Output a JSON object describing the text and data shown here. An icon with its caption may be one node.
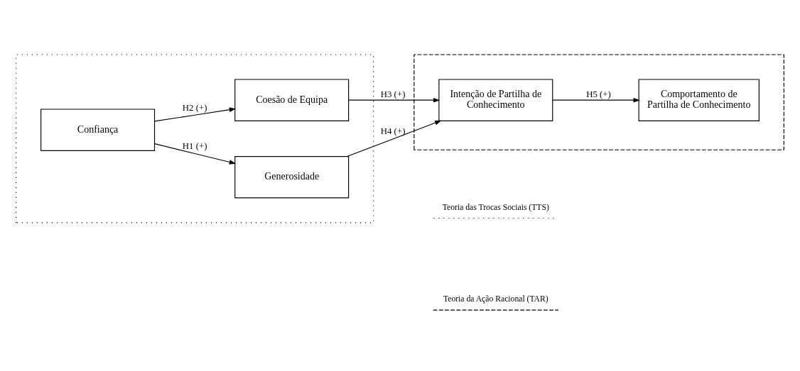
{
  "diagram": {
    "nodes": [
      {
        "text": [],
        "shape": "box"
      },
      {
        "text": [
          "Coesão de Equipa"
        ],
        "in": 0
      },
      {
        "text": [
          "Confiança"
        ],
        "in": 0
      },
      {
        "text": [
          "Generosidade"
        ],
        "in": 0
      },
      {
        "text": [],
        "shape": "box"
      },
      {
        "text": [
          "Intenção de Partilha de Conhecimento"
        ],
        "in": 4
      },
      {
        "text": [
          "Comportamento de Partilha de Conhecimento"
        ],
        "in": 4
      }
    ],
    "edges": [
      {
        "from": 2,
        "to": 1,
        "arrow": "to",
        "label": "H2 (+)"
      },
      {
        "from": 2,
        "to": 3,
        "arrow": "to",
        "label": "H1 (+)"
      },
      {
        "from": 1,
        "to": 5,
        "arrow": "to",
        "label": "H3 (+)"
      },
      {
        "from": 3,
        "to": 5,
        "arrow": "to",
        "label": "H4 (+)"
      },
      {
        "from": 5,
        "to": 6,
        "arrow": "to",
        "label": "H5 (+)"
      }
    ],
    "legend": [
      {
        "text": "Teoria das Trocas Sociais (TTS)"
      },
      {
        "text": "Teoria da Ação Racional (TAR)"
      }
    ]
  }
}
